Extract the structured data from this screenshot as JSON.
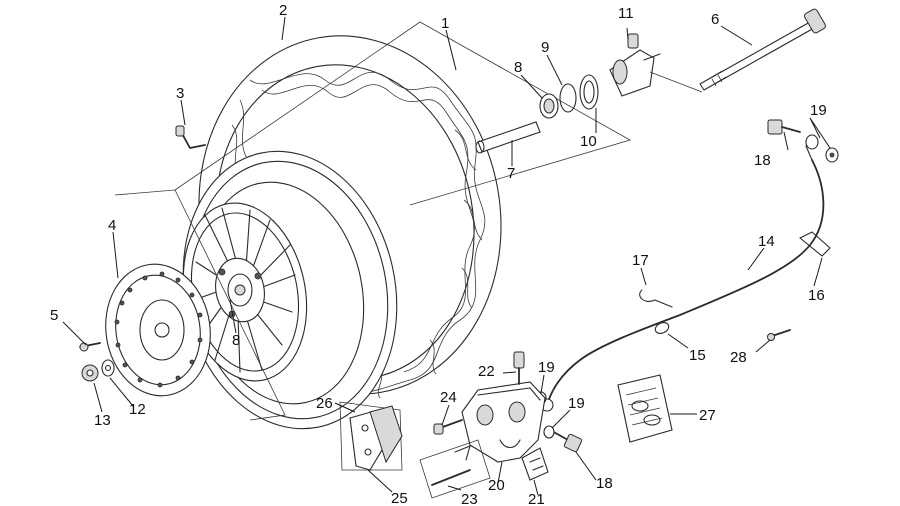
{
  "diagram": {
    "callouts": [
      {
        "id": "c1",
        "label": "1"
      },
      {
        "id": "c2",
        "label": "2"
      },
      {
        "id": "c3",
        "label": "3"
      },
      {
        "id": "c4",
        "label": "4"
      },
      {
        "id": "c5",
        "label": "5"
      },
      {
        "id": "c6",
        "label": "6"
      },
      {
        "id": "c7",
        "label": "7"
      },
      {
        "id": "c8a",
        "label": "8"
      },
      {
        "id": "c8b",
        "label": "8"
      },
      {
        "id": "c9",
        "label": "9"
      },
      {
        "id": "c10",
        "label": "10"
      },
      {
        "id": "c11",
        "label": "11"
      },
      {
        "id": "c12",
        "label": "12"
      },
      {
        "id": "c13",
        "label": "13"
      },
      {
        "id": "c14",
        "label": "14"
      },
      {
        "id": "c15",
        "label": "15"
      },
      {
        "id": "c16",
        "label": "16"
      },
      {
        "id": "c17",
        "label": "17"
      },
      {
        "id": "c18a",
        "label": "18"
      },
      {
        "id": "c18b",
        "label": "18"
      },
      {
        "id": "c19a",
        "label": "19"
      },
      {
        "id": "c19b",
        "label": "19"
      },
      {
        "id": "c19c",
        "label": "19"
      },
      {
        "id": "c20",
        "label": "20"
      },
      {
        "id": "c21",
        "label": "21"
      },
      {
        "id": "c22",
        "label": "22"
      },
      {
        "id": "c23",
        "label": "23"
      },
      {
        "id": "c24",
        "label": "24"
      },
      {
        "id": "c25",
        "label": "25"
      },
      {
        "id": "c26",
        "label": "26"
      },
      {
        "id": "c27",
        "label": "27"
      },
      {
        "id": "c28",
        "label": "28"
      }
    ]
  }
}
